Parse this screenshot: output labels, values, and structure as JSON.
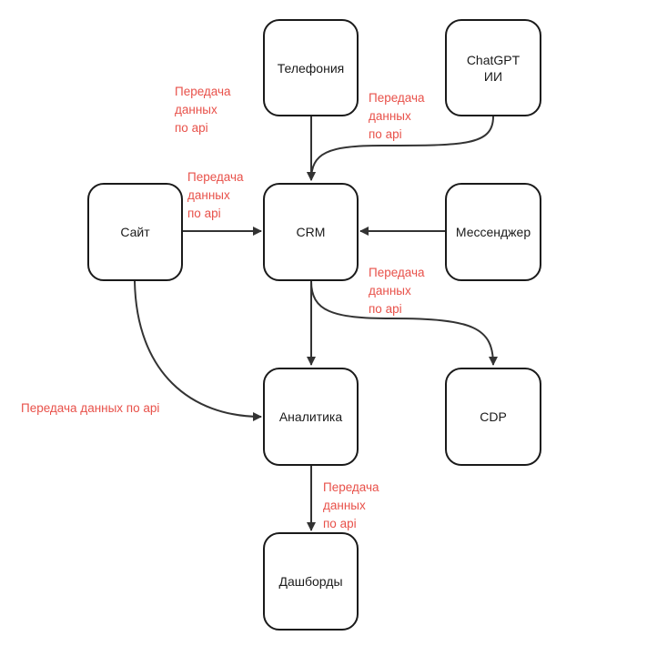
{
  "nodes": {
    "telephony": "Телефония",
    "chatgpt": "ChatGPT\nИИ",
    "site": "Сайт",
    "crm": "CRM",
    "messenger": "Мессенджер",
    "analytics": "Аналитика",
    "cdp": "CDP",
    "dashboards": "Дашборды"
  },
  "edge_labels": {
    "telephony_crm": "Передача\nданных\n по api",
    "chatgpt_crm": "Передача\nданных\n по api",
    "site_crm": "Передача\nданных\n по api",
    "crm_cdp": "Передача\nданных\n по api",
    "site_analytics": "Передача данных по api",
    "analytics_dashboards": "Передача\nданных\n по api"
  },
  "colors": {
    "label": "#e8514a",
    "stroke": "#1a1a1a"
  }
}
